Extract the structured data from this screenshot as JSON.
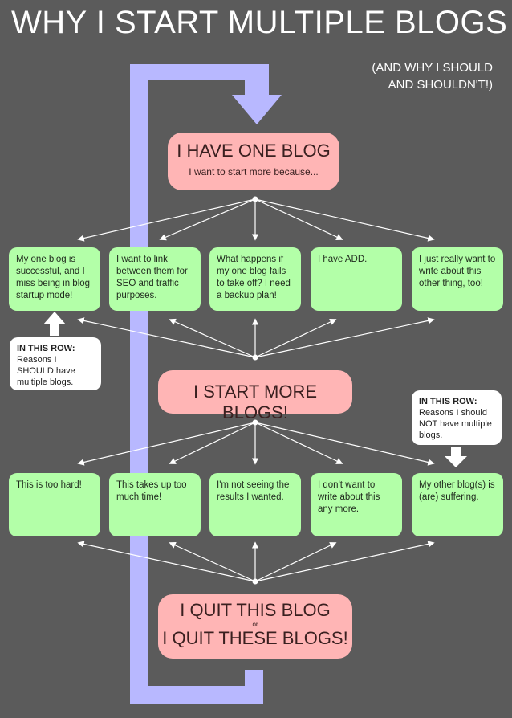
{
  "title": "WHY I START MULTIPLE BLOGS",
  "subtitle_line1": "(AND WHY I SHOULD",
  "subtitle_line2": "AND SHOULDN'T!)",
  "node_one_blog": {
    "heading": "I HAVE ONE BLOG",
    "sub": "I want to start more because..."
  },
  "reasons_should": [
    "My one blog is successful, and I miss being in blog startup mode!",
    "I want to link between them for SEO and traffic purposes.",
    "What happens if my one blog fails to take off? I need a backup plan!",
    "I have ADD.",
    "I just really want to write about this other thing, too!"
  ],
  "note_should": {
    "heading": "IN THIS ROW:",
    "text": "Reasons I SHOULD have multiple blogs."
  },
  "node_start_more": {
    "heading": "I START MORE BLOGS!"
  },
  "note_should_not": {
    "heading": "IN THIS ROW:",
    "text": "Reasons I should NOT have multiple blogs."
  },
  "reasons_should_not": [
    "This is too hard!",
    "This takes up too much time!",
    "I'm not seeing the results I wanted.",
    "I don't want to write about this any more.",
    "My other blog(s) is (are) suffering."
  ],
  "node_quit": {
    "line1": "I QUIT THIS BLOG",
    "connector": "or",
    "line2": "I QUIT THESE BLOGS!"
  },
  "colors": {
    "background": "#5b5b5b",
    "pink_node": "#ffb5b5",
    "green_node": "#b3ffa8",
    "loop_arrow": "#b8b8ff",
    "connector_lines": "#ffffff"
  }
}
